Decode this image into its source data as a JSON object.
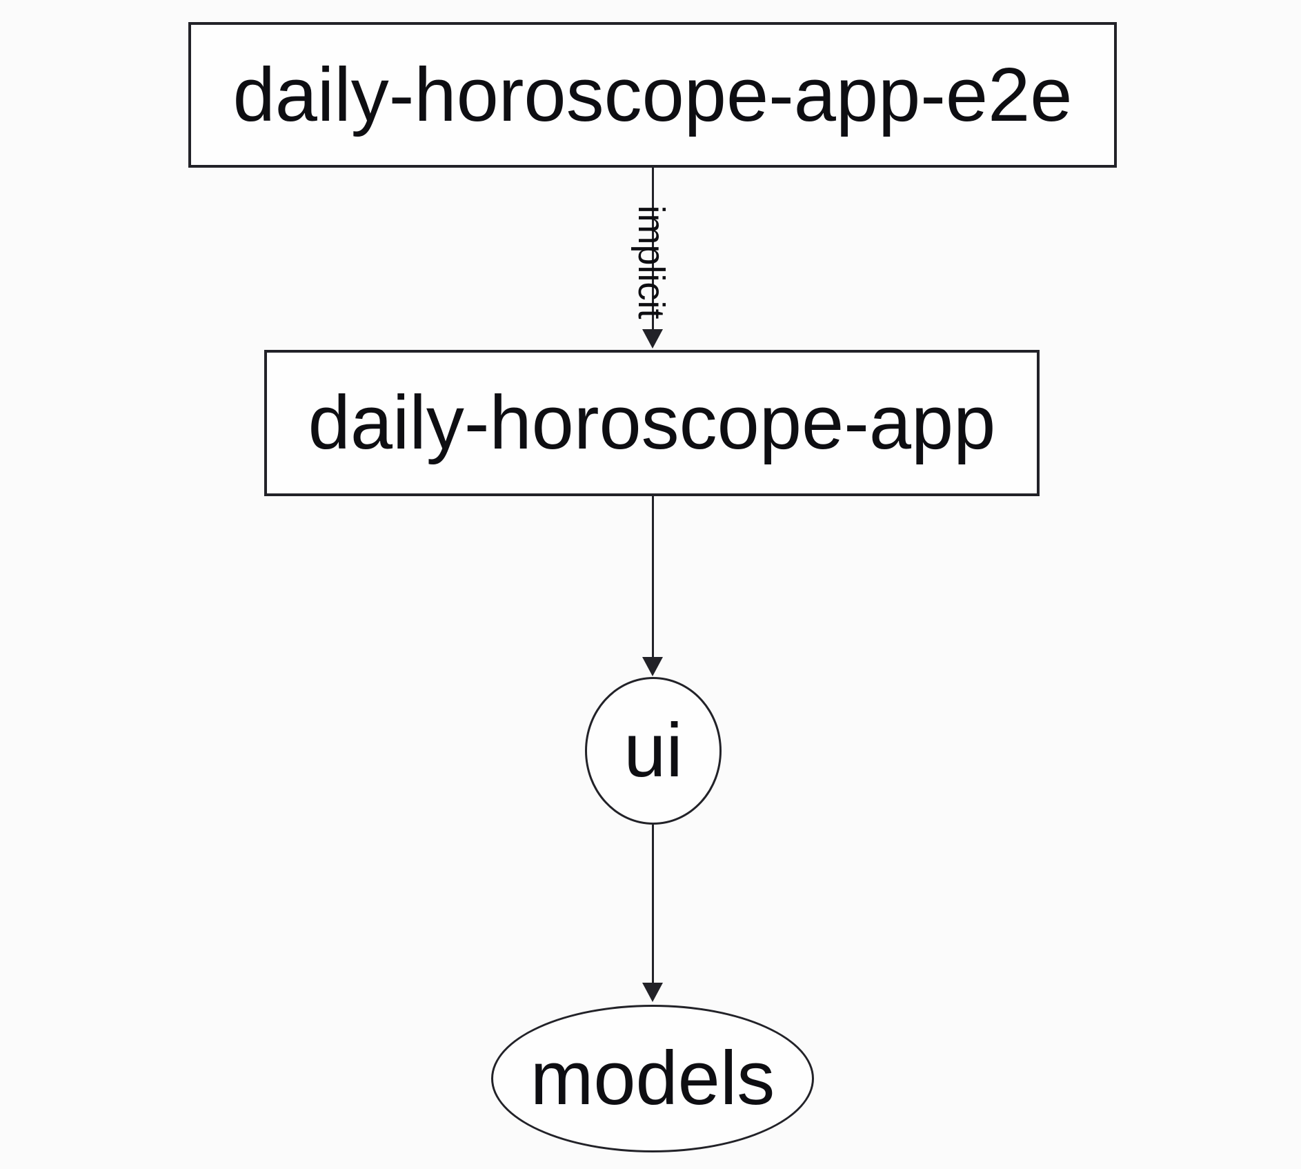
{
  "diagram": {
    "type": "dependency-graph",
    "nodes": [
      {
        "id": "daily-horoscope-app-e2e",
        "label": "daily-horoscope-app-e2e",
        "shape": "rectangle"
      },
      {
        "id": "daily-horoscope-app",
        "label": "daily-horoscope-app",
        "shape": "rectangle"
      },
      {
        "id": "ui",
        "label": "ui",
        "shape": "ellipse"
      },
      {
        "id": "models",
        "label": "models",
        "shape": "ellipse"
      }
    ],
    "edges": [
      {
        "from": "daily-horoscope-app-e2e",
        "to": "daily-horoscope-app",
        "label": "implicit",
        "direction": "down"
      },
      {
        "from": "daily-horoscope-app",
        "to": "ui",
        "label": "",
        "direction": "down"
      },
      {
        "from": "ui",
        "to": "models",
        "label": "",
        "direction": "down"
      }
    ],
    "colors": {
      "stroke": "#222228",
      "node_fill": "#fefefe",
      "text": "#0e0e12",
      "background": "#fbfbfb"
    }
  }
}
